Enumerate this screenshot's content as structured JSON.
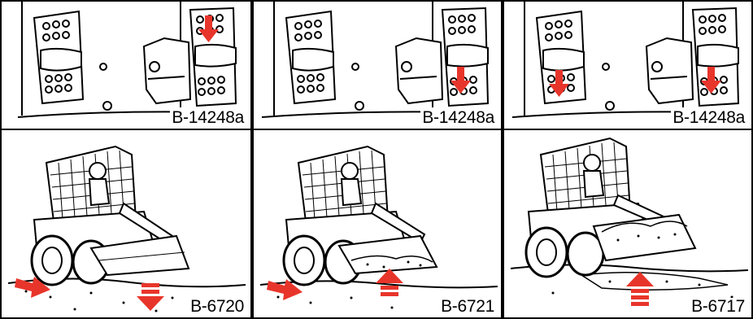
{
  "accent_color": "#e8352b",
  "panels": [
    {
      "top_code": "B-14248a",
      "bottom_code": "B-6720",
      "top_arrows": "right-lever-down",
      "bottom_state": "lowering-bucket-moving-forward",
      "icons": [
        "control-pedal-icon",
        "skid-steer-loader-icon",
        "arrow-forward-icon",
        "arrow-down-icon"
      ]
    },
    {
      "top_code": "B-14248a",
      "bottom_code": "B-6721",
      "top_arrows": "right-lever-down-lower",
      "bottom_state": "bucket-filling-moving-forward",
      "icons": [
        "control-pedal-icon",
        "skid-steer-loader-icon",
        "arrow-forward-icon",
        "arrow-up-icon"
      ]
    },
    {
      "top_code": "B-14248a",
      "bottom_code": "B-6717",
      "top_arrows": "both-levers-down",
      "bottom_state": "bucket-raised-filled",
      "icons": [
        "control-pedal-icon",
        "skid-steer-loader-icon",
        "arrow-up-icon"
      ]
    }
  ]
}
